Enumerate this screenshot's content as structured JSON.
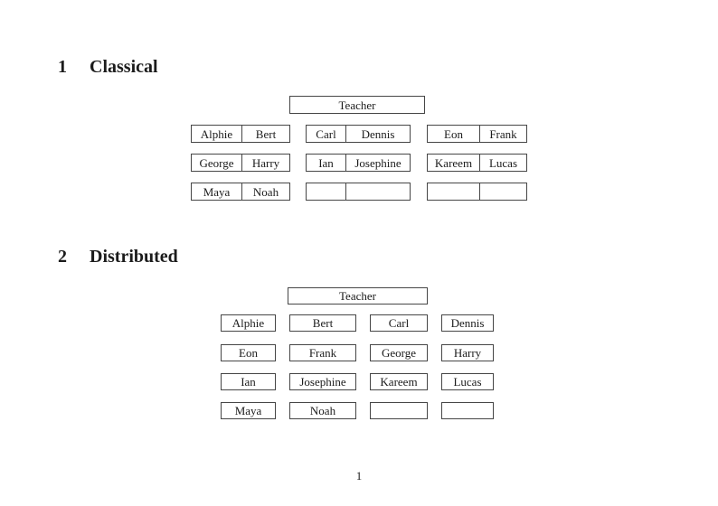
{
  "document": {
    "page_number": "1"
  },
  "sections": [
    {
      "number": "1",
      "title": "Classical",
      "teacher_label": "Teacher",
      "desks": [
        {
          "left": "Alphie",
          "right": "Bert"
        },
        {
          "left": "Carl",
          "right": "Dennis"
        },
        {
          "left": "Eon",
          "right": "Frank"
        },
        {
          "left": "George",
          "right": "Harry"
        },
        {
          "left": "Ian",
          "right": "Josephine"
        },
        {
          "left": "Kareem",
          "right": "Lucas"
        },
        {
          "left": "Maya",
          "right": "Noah"
        },
        {
          "left": "",
          "right": ""
        },
        {
          "left": "",
          "right": ""
        }
      ]
    },
    {
      "number": "2",
      "title": "Distributed",
      "teacher_label": "Teacher",
      "seats": [
        "Alphie",
        "Bert",
        "Carl",
        "Dennis",
        "Eon",
        "Frank",
        "George",
        "Harry",
        "Ian",
        "Josephine",
        "Kareem",
        "Lucas",
        "Maya",
        "Noah",
        "",
        ""
      ]
    }
  ]
}
